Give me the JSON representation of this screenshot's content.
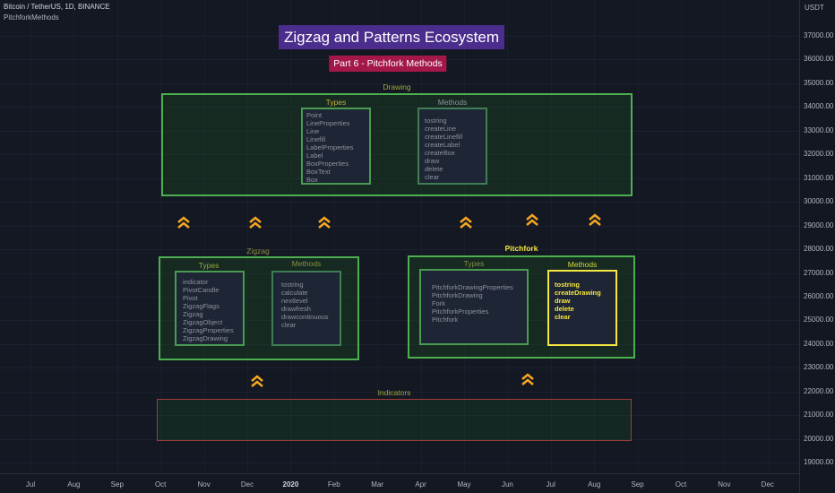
{
  "header": {
    "symbol": "Bitcoin / TetherUS, 1D, BINANCE",
    "indicator": "PitchforkMethods"
  },
  "title": "Zigzag and Patterns Ecosystem",
  "subtitle": "Part 6 - Pitchfork Methods",
  "drawing": {
    "label": "Drawing",
    "types_label": "Types",
    "methods_label": "Methods",
    "types": [
      "Point",
      "LineProperties",
      "Line",
      "Linefill",
      "LabelProperties",
      "Label",
      "BoxProperties",
      "BoxText",
      "Box"
    ],
    "methods": [
      "tostring",
      "createLine",
      "createLinefill",
      "createLabel",
      "createBox",
      "draw",
      "delete",
      "clear"
    ]
  },
  "zigzag": {
    "label": "Zigzag",
    "types_label": "Types",
    "methods_label": "Methods",
    "types": [
      "indicator",
      "PivotCandle",
      "Pivot",
      "ZigzagFlags",
      "Zigzag",
      "ZigzagObject",
      "ZigzagProperties",
      "ZigzagDrawing"
    ],
    "methods": [
      "tostring",
      "calculate",
      "nextlevel",
      "drawfresh",
      "drawcontinuous",
      "clear"
    ]
  },
  "pitchfork": {
    "label": "Pitchfork",
    "types_label": "Types",
    "methods_label": "Methods",
    "types": [
      "PitchforkDrawingProperties",
      "PitchforkDrawing",
      "Fork",
      "PitchforkProperties",
      "Pitchfork"
    ],
    "methods": [
      "tostring",
      "createDrawing",
      "draw",
      "delete",
      "clear"
    ]
  },
  "indicators": {
    "label": "Indicators"
  },
  "price_axis": {
    "currency": "USDT",
    "labels": [
      "37000.00",
      "36000.00",
      "35000.00",
      "34000.00",
      "33000.00",
      "32000.00",
      "31000.00",
      "30000.00",
      "29000.00",
      "28000.00",
      "27000.00",
      "26000.00",
      "25000.00",
      "24000.00",
      "23000.00",
      "22000.00",
      "21000.00",
      "20000.00",
      "19000.00"
    ]
  },
  "time_axis": [
    "Jul",
    "Aug",
    "Sep",
    "Oct",
    "Nov",
    "Dec",
    "2020",
    "Feb",
    "Mar",
    "Apr",
    "May",
    "Jun",
    "Jul",
    "Aug",
    "Sep",
    "Oct",
    "Nov",
    "Dec"
  ],
  "colors": {
    "title_bg": "#4a2d8c",
    "subtitle_bg": "#a3174a",
    "green": "#4caf50",
    "yellow": "#f5e642",
    "red": "#a33a3a",
    "chevron": "#f5a623"
  }
}
